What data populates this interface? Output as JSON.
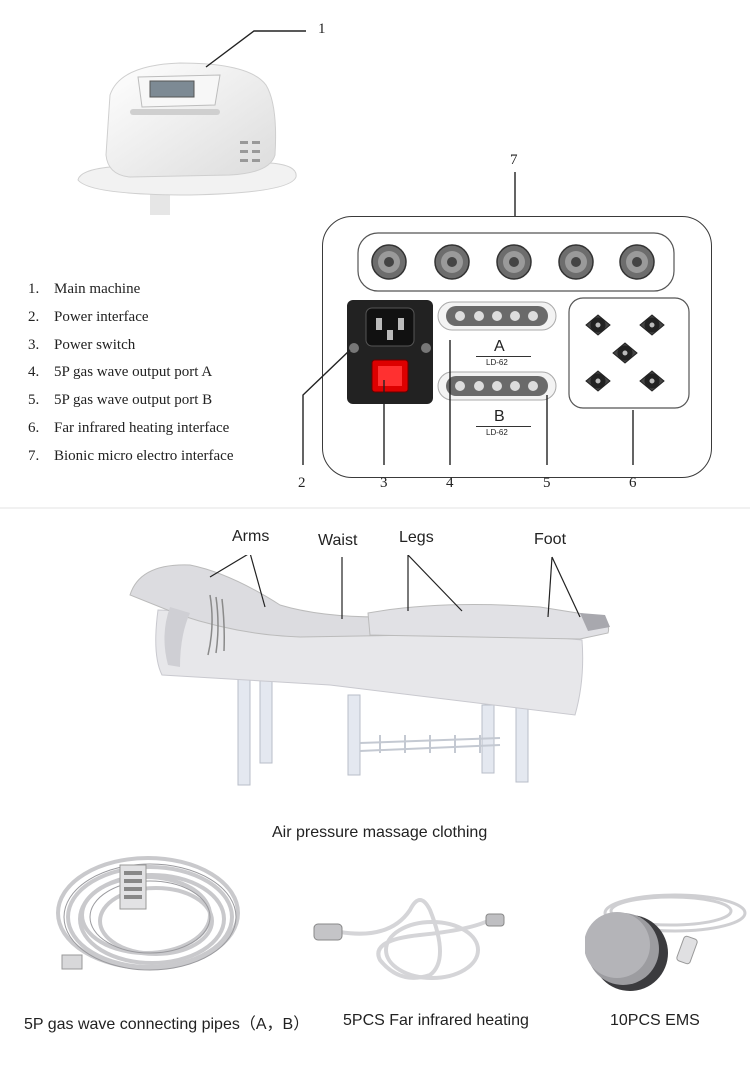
{
  "callouts": {
    "n1": "1",
    "n2": "2",
    "n3": "3",
    "n4": "4",
    "n5": "5",
    "n6": "6",
    "n7": "7"
  },
  "legend": [
    {
      "num": "1.",
      "text": "Main machine"
    },
    {
      "num": "2.",
      "text": "Power interface"
    },
    {
      "num": "3.",
      "text": "Power switch"
    },
    {
      "num": "4.",
      "text": "5P gas wave output port A"
    },
    {
      "num": "5.",
      "text": "5P gas wave output port B"
    },
    {
      "num": "6.",
      "text": "Far infrared heating interface"
    },
    {
      "num": "7.",
      "text": "Bionic micro electro interface"
    }
  ],
  "panel": {
    "port_a": "A",
    "port_a_model": "LD-62",
    "port_b": "B",
    "port_b_model": "LD-62"
  },
  "body_labels": {
    "arms": "Arms",
    "waist": "Waist",
    "legs": "Legs",
    "foot": "Foot"
  },
  "captions": {
    "clothing": "Air pressure massage clothing",
    "pipes": "5P gas wave connecting pipes（A，B）",
    "heating": "5PCS Far infrared heating",
    "ems": "10PCS EMS"
  }
}
